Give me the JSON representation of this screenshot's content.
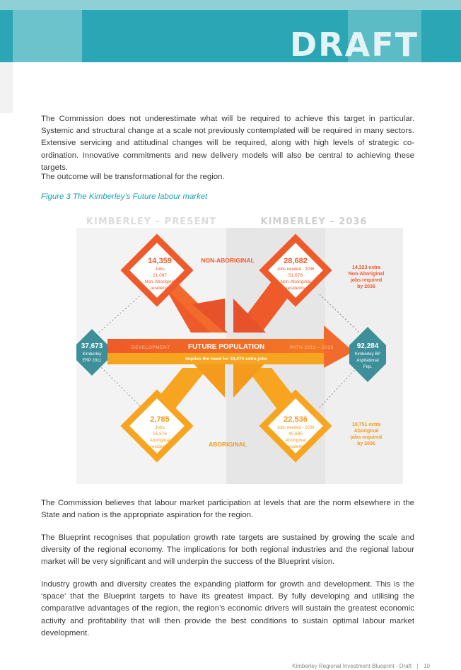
{
  "header": {
    "stamp": "DRAFT"
  },
  "paragraphs": {
    "p1": "The Commission does not underestimate what will be required to achieve this target in particular. Systemic and structural change at a scale not previously contemplated will be required in many sectors. Extensive servicing and attitudinal changes will be required, along with high levels of strategic co-ordination. Innovative commitments and new delivery models will also be central to achieving these targets.",
    "p2": "The outcome will be transformational for the region.",
    "p3": "The Commission believes that labour market participation at levels that are the norm elsewhere in the State and nation is the appropriate aspiration for the region.",
    "p4": "The Blueprint recognises that population growth rate targets are sustained by growing the scale and diversity of the regional economy. The implications for both regional industries and the regional labour market will be very significant and will underpin the success of the Blueprint vision.",
    "p5": "Industry growth and diversity creates the expanding platform for growth and development. This is the ‘space’ that the Blueprint targets to have its greatest impact. By fully developing and utilising the comparative advantages of the region, the region’s economic drivers will sustain the greatest economic activity and profitability that will then provide the best conditions to sustain optimal labour market development."
  },
  "figure": {
    "caption": "Figure 3 The Kimberley’s Future labour market",
    "header_present": "KIMBERLEY – PRESENT",
    "header_future": "KIMBERLEY – 2036",
    "non_aboriginal_label": "NON-ABORIGINAL",
    "aboriginal_label": "ABORIGINAL",
    "future_population_label": "FUTURE POPULATION",
    "implies_text": "implies the need for 34,074 extra jobs",
    "development_label": "DEVELOPMENT",
    "path_label": "PATH 2011 – 2036",
    "left_circle": {
      "value": "37,673",
      "line1": "Kimberley",
      "line2": "ERP 2011"
    },
    "right_circle": {
      "value": "92,284",
      "line1": "Kimberley BP",
      "line2": "Aspirational",
      "line3": "Pop."
    },
    "tl_diamond": {
      "value": "14,359",
      "line1": "Jobs",
      "line2": "21,097",
      "line3": "Non-Aboriginal",
      "line4": "residents"
    },
    "tr_diamond": {
      "value": "28,682",
      "line1": "Jobs needed - 2036",
      "line2": "51,678",
      "line3": "Non-Aboriginal",
      "line4": "residents"
    },
    "bl_diamond": {
      "value": "2,785",
      "line1": "Jobs",
      "line2": "16,576",
      "line3": "Aboriginal",
      "line4": "residents"
    },
    "br_diamond": {
      "value": "22,536",
      "line1": "Jobs needed - 2036",
      "line2": "40,685",
      "line3": "Aboriginal",
      "line4": "residents"
    },
    "right_top_note": {
      "line1": "14,323 extra",
      "line2": "Non-Aboriginal",
      "line3": "jobs required",
      "line4": "by 2036"
    },
    "right_bottom_note": {
      "line1": "19,751 extra",
      "line2": "Aboriginal",
      "line3": "jobs required",
      "line4": "by 2036"
    },
    "colors": {
      "orange_red": "#f05a28",
      "amber": "#f7a520",
      "teal": "#3d8f9a",
      "present_bg": "#f3f3f3",
      "future_bg": "#e6e6e6"
    }
  },
  "footer": {
    "title": "Kimberley Regional Investment Blueprint - Draft",
    "page": "10"
  }
}
